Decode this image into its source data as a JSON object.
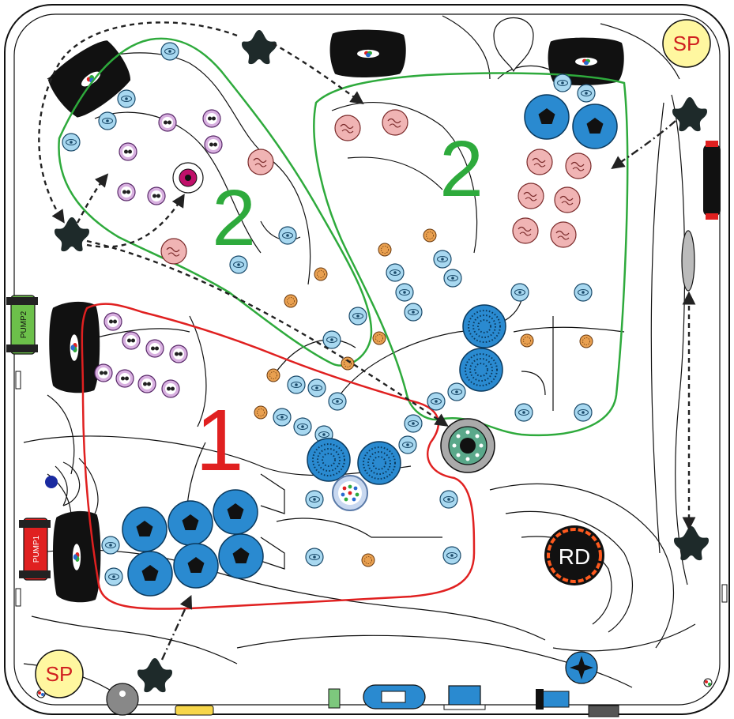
{
  "zones": [
    {
      "id": "zone-1",
      "label": "1",
      "color": "#e02020"
    },
    {
      "id": "zone-2a",
      "label": "2",
      "color": "#2eaa3c"
    },
    {
      "id": "zone-2b",
      "label": "2",
      "color": "#2eaa3c"
    }
  ],
  "pumps": [
    {
      "id": "pump-1",
      "label": "PUMP1",
      "color": "#e02020"
    },
    {
      "id": "pump-2",
      "label": "PUMP2",
      "color": "#6cc04a"
    }
  ],
  "speakers": [
    {
      "id": "speaker-top-right",
      "label": "SP"
    },
    {
      "id": "speaker-bottom-left",
      "label": "SP"
    }
  ],
  "drain": {
    "label": "RD"
  },
  "colors": {
    "jet_light": "#a8d8f0",
    "jet_big": "#2a8ad0",
    "jet_pink": "#f0b4b4",
    "jet_purple": "#d8b0e0",
    "jet_orange": "#e9a050",
    "zone_red": "#e02020",
    "zone_green": "#2eaa3c",
    "drain_orange": "#ff5a1e"
  }
}
